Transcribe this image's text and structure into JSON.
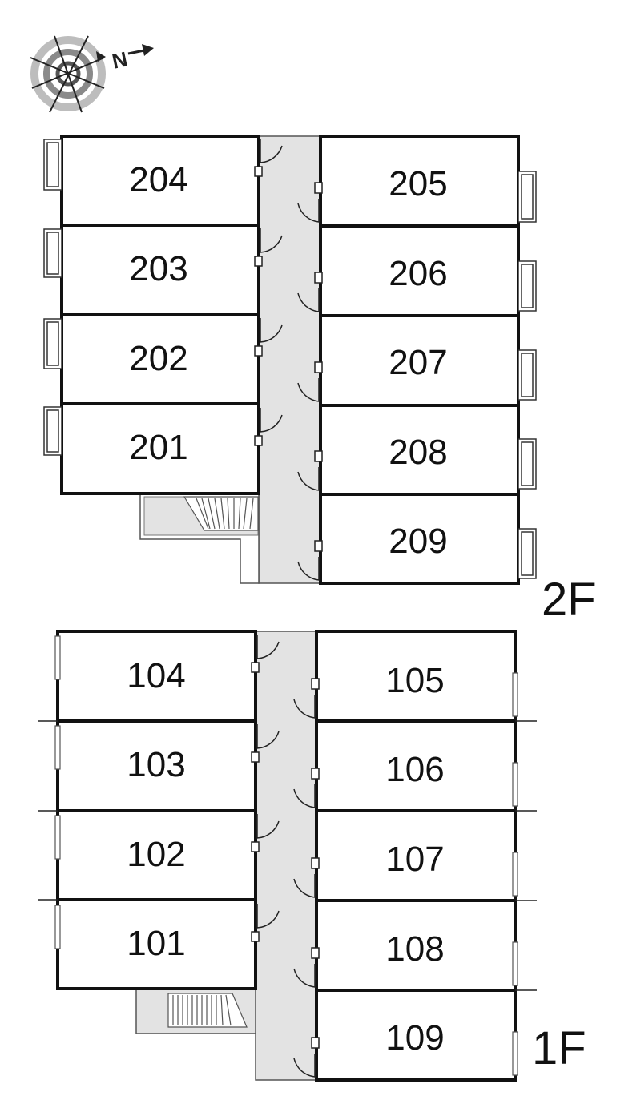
{
  "compass": {
    "label": "N"
  },
  "floors": [
    {
      "label": "2F",
      "left_rooms": [
        "204",
        "203",
        "202",
        "201"
      ],
      "right_rooms": [
        "205",
        "206",
        "207",
        "208",
        "209"
      ]
    },
    {
      "label": "1F",
      "left_rooms": [
        "104",
        "103",
        "102",
        "101"
      ],
      "right_rooms": [
        "105",
        "106",
        "107",
        "108",
        "109"
      ]
    }
  ]
}
